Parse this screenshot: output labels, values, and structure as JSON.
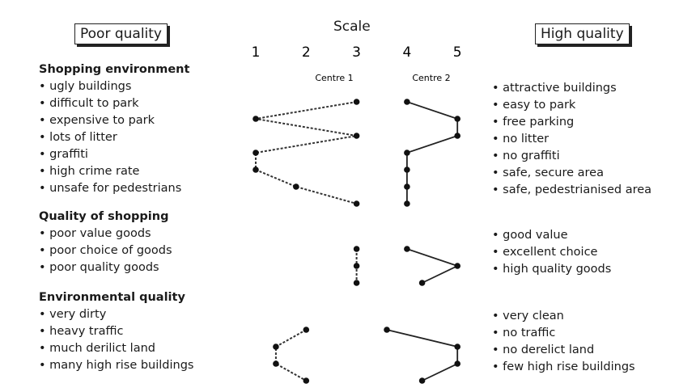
{
  "chart_data": {
    "type": "line",
    "title": "Scale",
    "left_heading": "Poor quality",
    "right_heading": "High quality",
    "xticks": [
      "1",
      "2",
      "3",
      "4",
      "5"
    ],
    "xlim": [
      1,
      5
    ],
    "series_labels": [
      "Centre 1",
      "Centre 2"
    ],
    "groups": [
      {
        "name": "Shopping environment",
        "left": [
          "ugly buildings",
          "difficult to park",
          "expensive to park",
          "lots of litter",
          "graffiti",
          "high crime rate",
          "unsafe for pedestrians"
        ],
        "right": [
          "attractive buildings",
          "easy to park",
          "free parking",
          "no litter",
          "no graffiti",
          "safe, secure area",
          "safe, pedestrianised area"
        ],
        "centre1": [
          3,
          1,
          3,
          1,
          1,
          1.8,
          3
        ],
        "centre2": [
          4,
          5,
          5,
          4,
          4,
          4,
          4
        ]
      },
      {
        "name": "Quality of shopping",
        "left": [
          "poor value goods",
          "poor choice of goods",
          "poor quality goods"
        ],
        "right": [
          "good value",
          "excellent choice",
          "high quality goods"
        ],
        "centre1": [
          3,
          3,
          3
        ],
        "centre2": [
          4,
          5,
          4.3
        ]
      },
      {
        "name": "Environmental quality",
        "left": [
          "very dirty",
          "heavy traffic",
          "much derilict land",
          "many high rise buildings"
        ],
        "right": [
          "very clean",
          "no traffic",
          "no derelict land",
          "few high rise buildings"
        ],
        "centre1": [
          2,
          1.4,
          1.4,
          2
        ],
        "centre2": [
          3.6,
          5,
          5,
          4.3
        ]
      }
    ]
  }
}
